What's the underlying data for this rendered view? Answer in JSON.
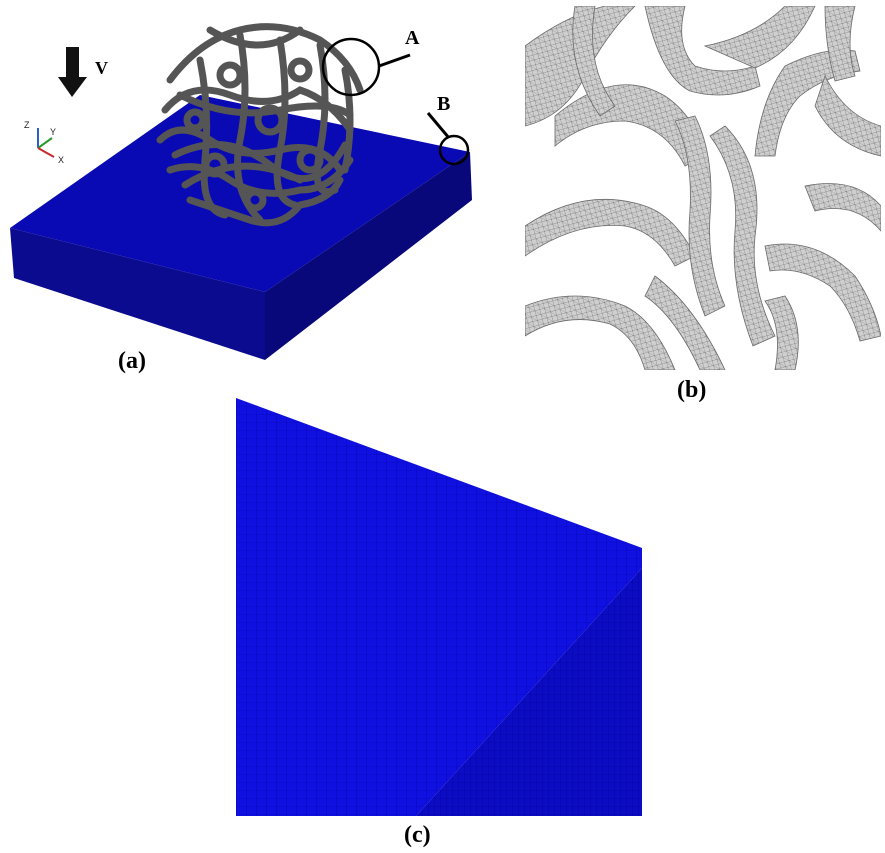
{
  "panels": {
    "a": {
      "caption": "(a)",
      "velocity_label": "V",
      "callout_a": "A",
      "callout_b": "B",
      "triad": {
        "z": "Z",
        "y": "Y",
        "x": "X"
      },
      "colors": {
        "plate_top": "#0a0ab4",
        "plate_front": "#000080",
        "plate_side": "#06066a",
        "foam": "#5a5a5a"
      }
    },
    "b": {
      "caption": "(b)",
      "colors": {
        "foam_surface": "#cfcfcf",
        "mesh_line": "#555555",
        "background": "#ffffff"
      }
    },
    "c": {
      "caption": "(c)",
      "colors": {
        "face_top": "#1414e6",
        "face_side": "#0d0dc8",
        "grid_line": "#0000a0"
      }
    }
  }
}
